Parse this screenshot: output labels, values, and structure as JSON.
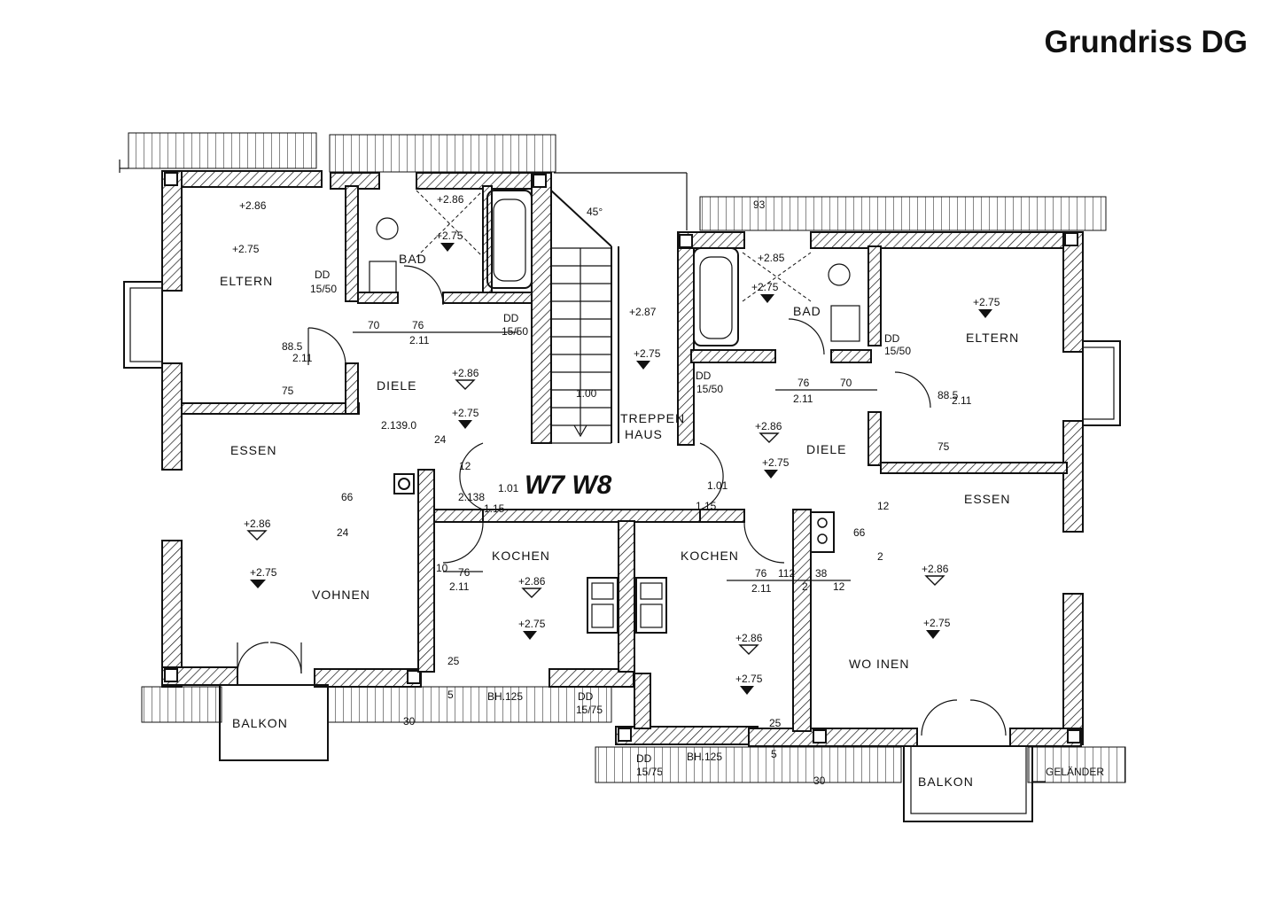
{
  "title": "Grundriss DG",
  "labels": {
    "eltern_l": "ELTERN",
    "eltern_r": "ELTERN",
    "bad_l": "BAD",
    "bad_r": "BAD",
    "diele_l": "DIELE",
    "diele_r": "DIELE",
    "essen_l": "ESSEN",
    "essen_r": "ESSEN",
    "wohnen_l": "VOHNEN",
    "wohnen_r": "WO INEN",
    "kochen_l": "KOCHEN",
    "kochen_r": "KOCHEN",
    "balkon_l": "BALKON",
    "balkon_r": "BALKON",
    "treppen": "TREPPEN",
    "haus": "HAUS",
    "gelaender": "GELÄNDER",
    "unit_tag": "W7 W8"
  },
  "heights": {
    "h286": "+2.86",
    "h275": "+2.75",
    "h287": "+2.87",
    "h285": "+2.85"
  },
  "dims": {
    "dd": "DD",
    "dd_1550": "15/50",
    "dd_1575": "15/75",
    "d70": "70",
    "d76": "76",
    "d211": "2.11",
    "d885": "88.5",
    "d75": "75",
    "d66": "66",
    "d24": "24",
    "d12": "12",
    "d101": "1.01",
    "d115": "1.15",
    "d100": "1.00",
    "d45": "45°",
    "d93": "93",
    "d38": "38",
    "d30": "30",
    "d25": "25",
    "d5": "5",
    "d2": "2",
    "d2139": "2.139.0",
    "d2138": "2.138",
    "bh125": "BH.125",
    "d10": "10",
    "d112": "112"
  }
}
